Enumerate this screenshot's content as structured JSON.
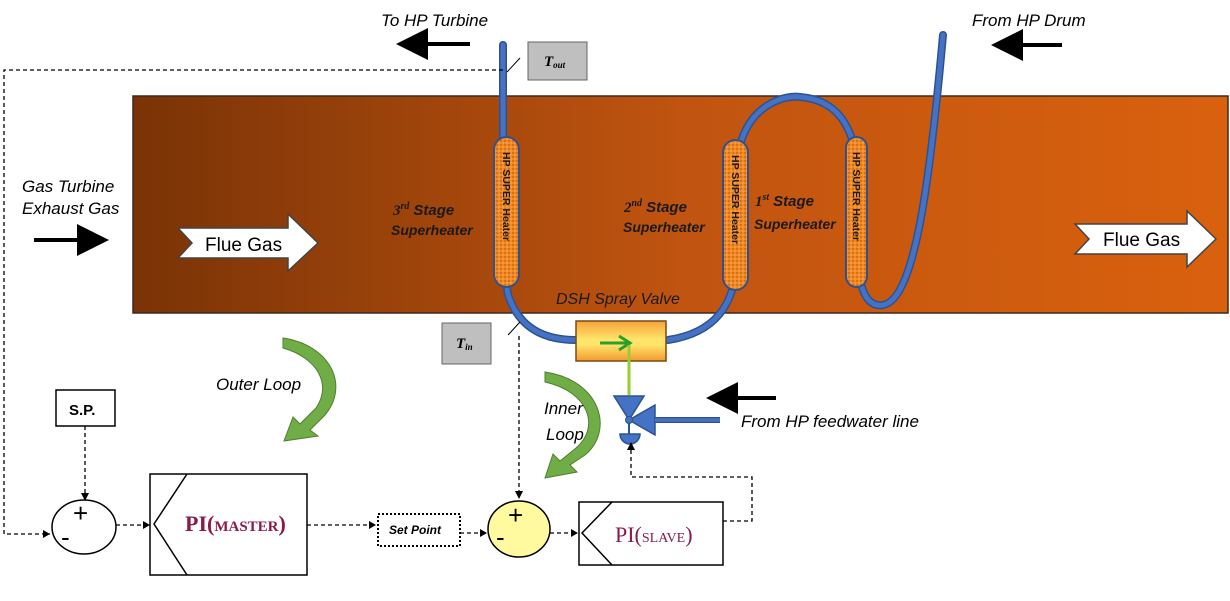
{
  "labels": {
    "to_hp_turbine": "To HP Turbine",
    "from_hp_drum": "From HP Drum",
    "gas_turbine_line1": "Gas Turbine",
    "gas_turbine_line2": "Exhaust Gas",
    "flue_gas_in": "Flue Gas",
    "flue_gas_out": "Flue Gas",
    "stage3_line1": "Stage",
    "stage3_line2": "Superheater",
    "stage3_ord": "3",
    "stage3_sup": "rd",
    "stage2_line1": "Stage",
    "stage2_line2": "Superheater",
    "stage2_ord": "2",
    "stage2_sup": "nd",
    "stage1_line1": "Stage",
    "stage1_line2": "Superheater",
    "stage1_ord": "1",
    "stage1_sup": "st",
    "hp_super_heater": "HP SUPER Heater",
    "dsh_spray_valve": "DSH Spray Valve",
    "t_out_main": "T",
    "t_out_sub": "out",
    "t_in_main": "T",
    "t_in_sub": "in",
    "outer_loop": "Outer Loop",
    "inner_loop_1": "Inner",
    "inner_loop_2": "Loop",
    "from_feedwater": "From HP feedwater line",
    "sp": "S.P.",
    "pi_master_big": "PI(",
    "pi_master_small": "MASTER",
    "pi_master_close": ")",
    "set_point": "Set Point",
    "pi_slave_big": "PI(",
    "pi_slave_small": "SLAVE",
    "pi_slave_close": ")",
    "plus": "+",
    "minus": "-"
  },
  "colors": {
    "duct_dark": "#7a3306",
    "duct_light": "#d9610e",
    "pipe": "#4472c4",
    "pipe_edge": "#2f528f",
    "heater_fill": "#f08a24",
    "loop_arrow": "#70ad47",
    "pi_text": "#8b1a4a",
    "summer_fill": "#fffaa0",
    "box_gray": "#bfbfbf"
  }
}
